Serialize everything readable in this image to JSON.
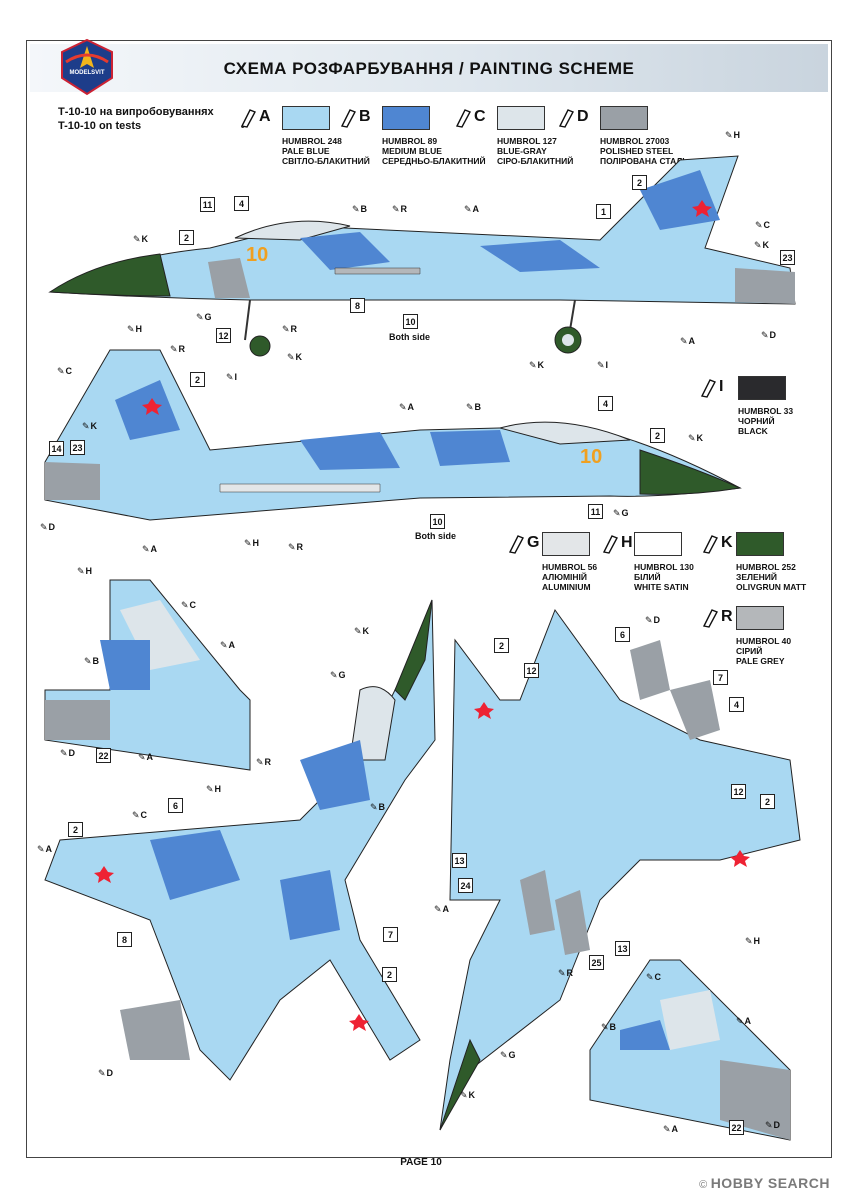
{
  "header": {
    "title": "СХЕМА РОЗФАРБУВАННЯ  / PAINTING  SCHEME",
    "logo_text": "MODELSVIT"
  },
  "subtitle": {
    "line1": "Т-10-10 на випробовуваннях",
    "line2": "T-10-10 on tests"
  },
  "colors": [
    {
      "letter": "A",
      "code": "HUMBROL 248",
      "name_en": "PALE BLUE",
      "name_ua": "СВІТЛО-БЛАКИТНИЙ",
      "hex": "#a9d8f2"
    },
    {
      "letter": "B",
      "code": "HUMBROL 89",
      "name_en": "MEDIUM BLUE",
      "name_ua": "СЕРЕДНЬО-БЛАКИТНИЙ",
      "hex": "#4f86d2"
    },
    {
      "letter": "C",
      "code": "HUMBROL 127",
      "name_en": "BLUE-GRAY",
      "name_ua": "СІРО-БЛАКИТНИЙ",
      "hex": "#dde5ea"
    },
    {
      "letter": "D",
      "code": "HUMBROL 27003",
      "name_en": "POLISHED STEEL",
      "name_ua": "ПОЛІРОВАНА СТАЛЬ",
      "hex": "#9aa0a6"
    },
    {
      "letter": "I",
      "code": "HUMBROL 33",
      "name_ua": "ЧОРНИЙ",
      "name_en": "BLACK",
      "hex": "#2a2a2d"
    },
    {
      "letter": "G",
      "code": "HUMBROL 56",
      "name_ua": "АЛЮМІНІЙ",
      "name_en": "ALUMINIUM",
      "hex": "#e3e6e8"
    },
    {
      "letter": "H",
      "code": "HUMBROL 130",
      "name_ua": "БІЛИЙ",
      "name_en": "WHITE SATIN",
      "hex": "#ffffff"
    },
    {
      "letter": "K",
      "code": "HUMBROL 252",
      "name_ua": "ЗЕЛЕНИЙ",
      "name_en": "OLIVGRUN MATT",
      "hex": "#2f5a2a"
    },
    {
      "letter": "R",
      "code": "HUMBROL 40",
      "name_ua": "СІРИЙ",
      "name_en": "PALE GREY",
      "hex": "#b4b7ba"
    }
  ],
  "notes": {
    "both_side_1": "Both side",
    "both_side_2": "Both side",
    "nose_number": "10"
  },
  "tags": {
    "A": "A",
    "B": "B",
    "C": "C",
    "D": "D",
    "G": "G",
    "H": "H",
    "I": "I",
    "K": "K",
    "R": "R"
  },
  "callouts": {
    "n1": "1",
    "n2": "2",
    "n4": "4",
    "n6": "6",
    "n7": "7",
    "n8": "8",
    "n10": "10",
    "n11": "11",
    "n12": "12",
    "n13": "13",
    "n14": "14",
    "n22": "22",
    "n23": "23",
    "n24": "24",
    "n25": "25"
  },
  "footer": {
    "page": "PAGE 10",
    "watermark": "HOBBY SEARCH",
    "copyright": "©"
  }
}
